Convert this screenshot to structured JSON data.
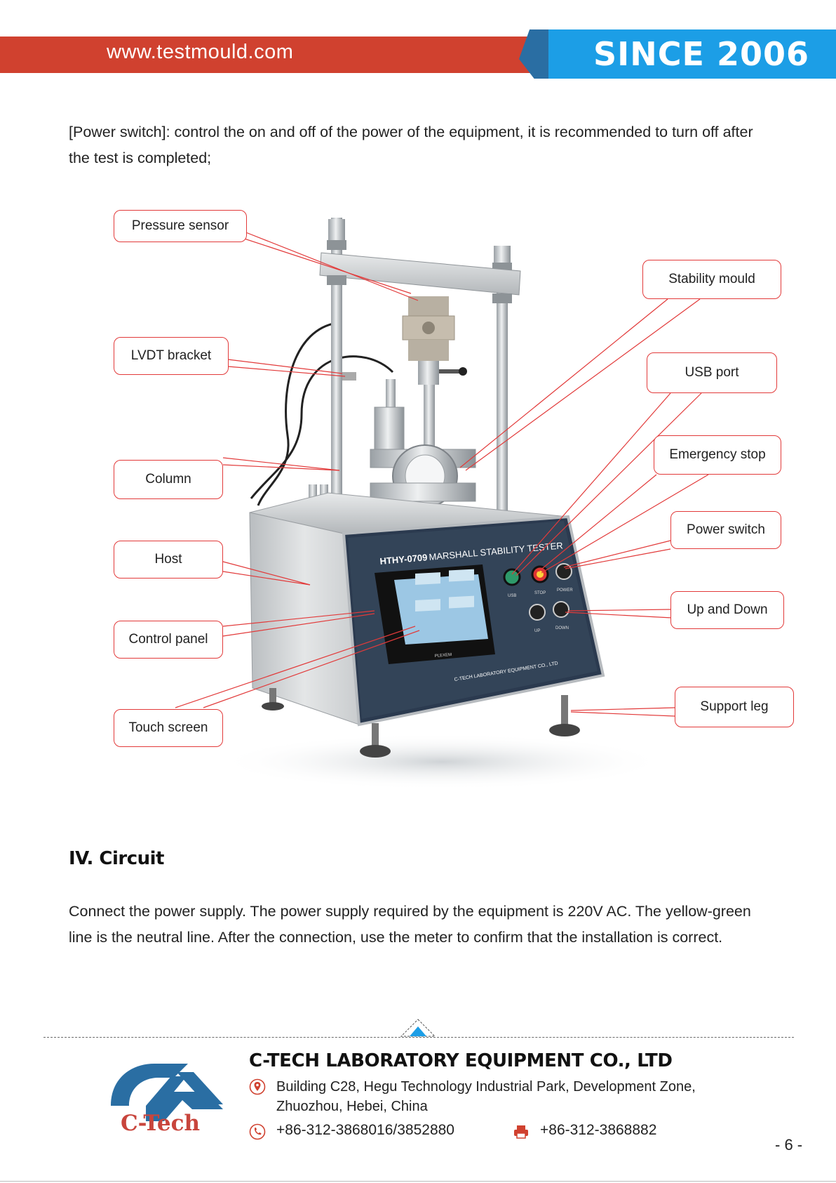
{
  "header": {
    "url": "www.testmould.com",
    "since": "SINCE 2006"
  },
  "intro_text": "[Power switch]: control the on and off of the power of the equipment, it is recommended to turn off after the test is completed;",
  "figure": {
    "device_model": "HTHY-0709",
    "device_name": "MARSHALL STABILITY TESTER",
    "panel_brand": "C-TECH LABORATORY EQUIPMENT CO., LTD",
    "screen_brand": "PLEXEM",
    "button_labels": [
      "USB",
      "STOP",
      "POWER",
      "UP",
      "DOWN"
    ],
    "callouts": {
      "pressure_sensor": "Pressure sensor",
      "lvdt_bracket": "LVDT bracket",
      "column": "Column",
      "host": "Host",
      "control_panel": "Control panel",
      "touch_screen": "Touch screen",
      "stability_mould": "Stability mould",
      "usb_port": "USB port",
      "emergency_stop": "Emergency stop",
      "power_switch": "Power switch",
      "up_and_down": "Up and Down",
      "support_leg": "Support leg"
    }
  },
  "section": {
    "title": "IV. Circuit",
    "text": "Connect the power supply. The power supply required by the equipment is 220V AC. The yellow-green line is the neutral line. After the connection, use the meter to confirm that the installation is correct."
  },
  "footer": {
    "logo_text": "C-Tech",
    "company": "C-TECH LABORATORY EQUIPMENT CO., LTD",
    "address": "Building C28, Hegu Technology Industrial Park, Development Zone, Zhuozhou, Hebei, China",
    "phone": "+86-312-3868016/3852880",
    "fax": "+86-312-3868882",
    "page_number": "- 6 -"
  },
  "colors": {
    "header_red": "#d0412f",
    "header_blue": "#1c9ee6",
    "callout_red": "#e23a3a",
    "logo_blue": "#2a6ea3",
    "logo_red": "#c8453c"
  }
}
